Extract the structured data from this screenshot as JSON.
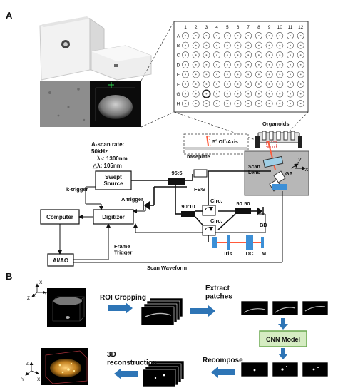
{
  "panel_a": {
    "label": "A",
    "plate": {
      "columns": [
        "1",
        "2",
        "3",
        "4",
        "5",
        "6",
        "7",
        "8",
        "9",
        "10",
        "11",
        "12"
      ],
      "rows": [
        "A",
        "B",
        "C",
        "D",
        "E",
        "F",
        "G",
        "H"
      ]
    },
    "organoids_label": "Organoids",
    "off_axis_label": "5° Off-Axis",
    "baseplate_label": "baseplate",
    "scan_lens_label": "Scan\nLens",
    "gp_label": "GP",
    "axis_y": "y",
    "axis_x": "x",
    "ascan_line1": "A-scan rate:",
    "ascan_line2": "50kHz",
    "lambda_line": "λ₀:  1300nm",
    "dlambda_line": "△λ:  105nm",
    "swept_source": "Swept\nSource",
    "digitizer": "Digitizer",
    "computer": "Computer",
    "aiao": "AI/AO",
    "k_trigger": "k-trigger",
    "a_trigger": "A trigger",
    "frame_trigger": "Frame\nTrigger",
    "scan_waveform": "Scan Waveform",
    "ratio_95_5": "95:5",
    "ratio_90_10": "90:10",
    "ratio_50_50": "50:50",
    "fbg": "FBG",
    "circ1": "Circ.",
    "circ2": "Circ.",
    "bd": "BD",
    "iris": "Iris",
    "dc": "DC",
    "m": "M"
  },
  "panel_b": {
    "label": "B",
    "roi_cropping": "ROI Cropping",
    "extract_patches": "Extract\npatches",
    "cnn_model": "CNN Model",
    "recompose": "Recompose",
    "reconstruction": "3D\nreconstruction",
    "axis_x": "X",
    "axis_y": "Y",
    "axis_z": "Z"
  },
  "colors": {
    "arrow_blue": "#2e75b6",
    "cnn_green": "#d5ecc2",
    "cnn_border": "#6aa84f",
    "optics_grey": "#b7b7b7",
    "laser_red": "#ff5a3a",
    "dc_blue": "#3c8fd6"
  }
}
